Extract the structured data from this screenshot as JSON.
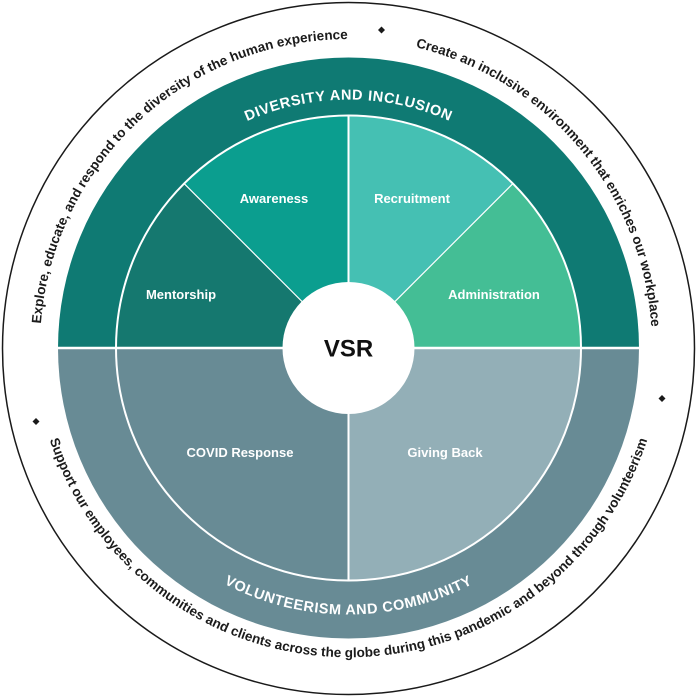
{
  "center": {
    "label": "VSR"
  },
  "outer_ring": {
    "top_left_text": "Explore, educate, and respond to the diversity of the human experience",
    "top_right_text": "Create an inclusive environment that enriches our workplace",
    "bottom_text": "Support our employees, communities and clients across the globe during this pandemic and beyond through volunteerism"
  },
  "bands": {
    "top_label": "DIVERSITY AND INCLUSION",
    "bottom_label": "VOLUNTEERISM AND COMMUNITY"
  },
  "segments": {
    "mentorship": "Mentorship",
    "awareness": "Awareness",
    "recruitment": "Recruitment",
    "administration": "Administration",
    "covid_response": "COVID Response",
    "giving_back": "Giving Back"
  },
  "colors": {
    "top_band": "#0f7a73",
    "bottom_band": "#688b95",
    "mentorship": "#15786f",
    "awareness": "#0b9e8f",
    "recruitment": "#45c0b3",
    "administration": "#44be95",
    "covid_response": "#688b95",
    "giving_back": "#93afb7",
    "outline": "#1a1a1a"
  }
}
